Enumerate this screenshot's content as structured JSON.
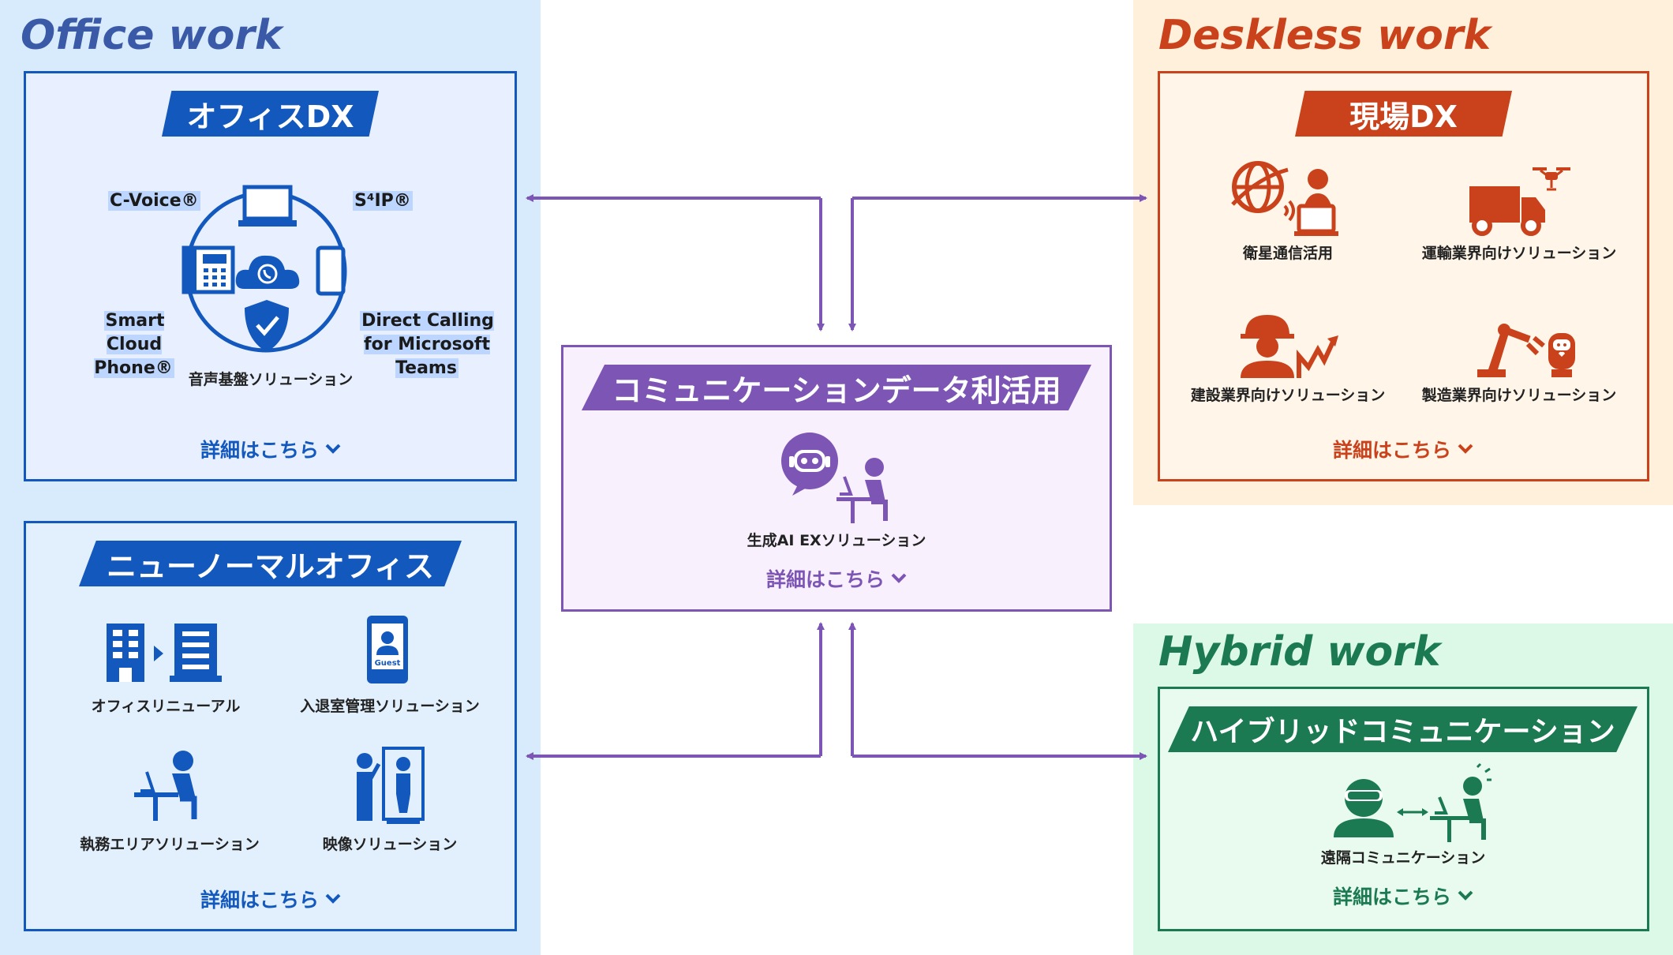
{
  "zones": {
    "office": {
      "title": "Office work"
    },
    "deskless": {
      "title": "Deskless work"
    },
    "hybrid": {
      "title": "Hybrid work"
    }
  },
  "colors": {
    "office_blue": "#1358bd",
    "deskless_orange": "#c9421b",
    "hybrid_green": "#1c7a52",
    "center_purple": "#7c55b5"
  },
  "office_dx": {
    "title": "オフィスDX",
    "products": [
      "C-Voice®",
      "S⁴IP®",
      "Smart Cloud Phone®",
      "Direct Calling for Microsoft Teams"
    ],
    "caption": "音声基盤ソリューション",
    "more": "詳細はこちら"
  },
  "new_normal": {
    "title": "ニューノーマルオフィス",
    "items": [
      "オフィスリニューアル",
      "入退室管理ソリューション",
      "執務エリアソリューション",
      "映像ソリューション"
    ],
    "guest_label": "Guest",
    "more": "詳細はこちら"
  },
  "center": {
    "title": "コミュニケーションデータ利活用",
    "item": "生成AI EXソリューション",
    "more": "詳細はこちら"
  },
  "genba_dx": {
    "title": "現場DX",
    "items": [
      "衛星通信活用",
      "運輸業界向けソリューション",
      "建設業界向けソリューション",
      "製造業界向けソリューション"
    ],
    "more": "詳細はこちら"
  },
  "hybrid_comm": {
    "title": "ハイブリッドコミュニケーション",
    "item": "遠隔コミュニケーション",
    "more": "詳細はこちら"
  },
  "icons": [
    "laptop-icon",
    "desk-phone-icon",
    "cloud-phone-icon",
    "smartphone-icon",
    "shield-check-icon",
    "building-icon",
    "guest-phone-icon",
    "desk-worker-icon",
    "video-signage-icon",
    "ai-robot-icon",
    "operator-icon",
    "satellite-globe-icon",
    "truck-drone-icon",
    "construction-worker-icon",
    "robot-arm-icon",
    "vr-headset-icon",
    "remote-worker-icon",
    "chevron-down-icon"
  ]
}
